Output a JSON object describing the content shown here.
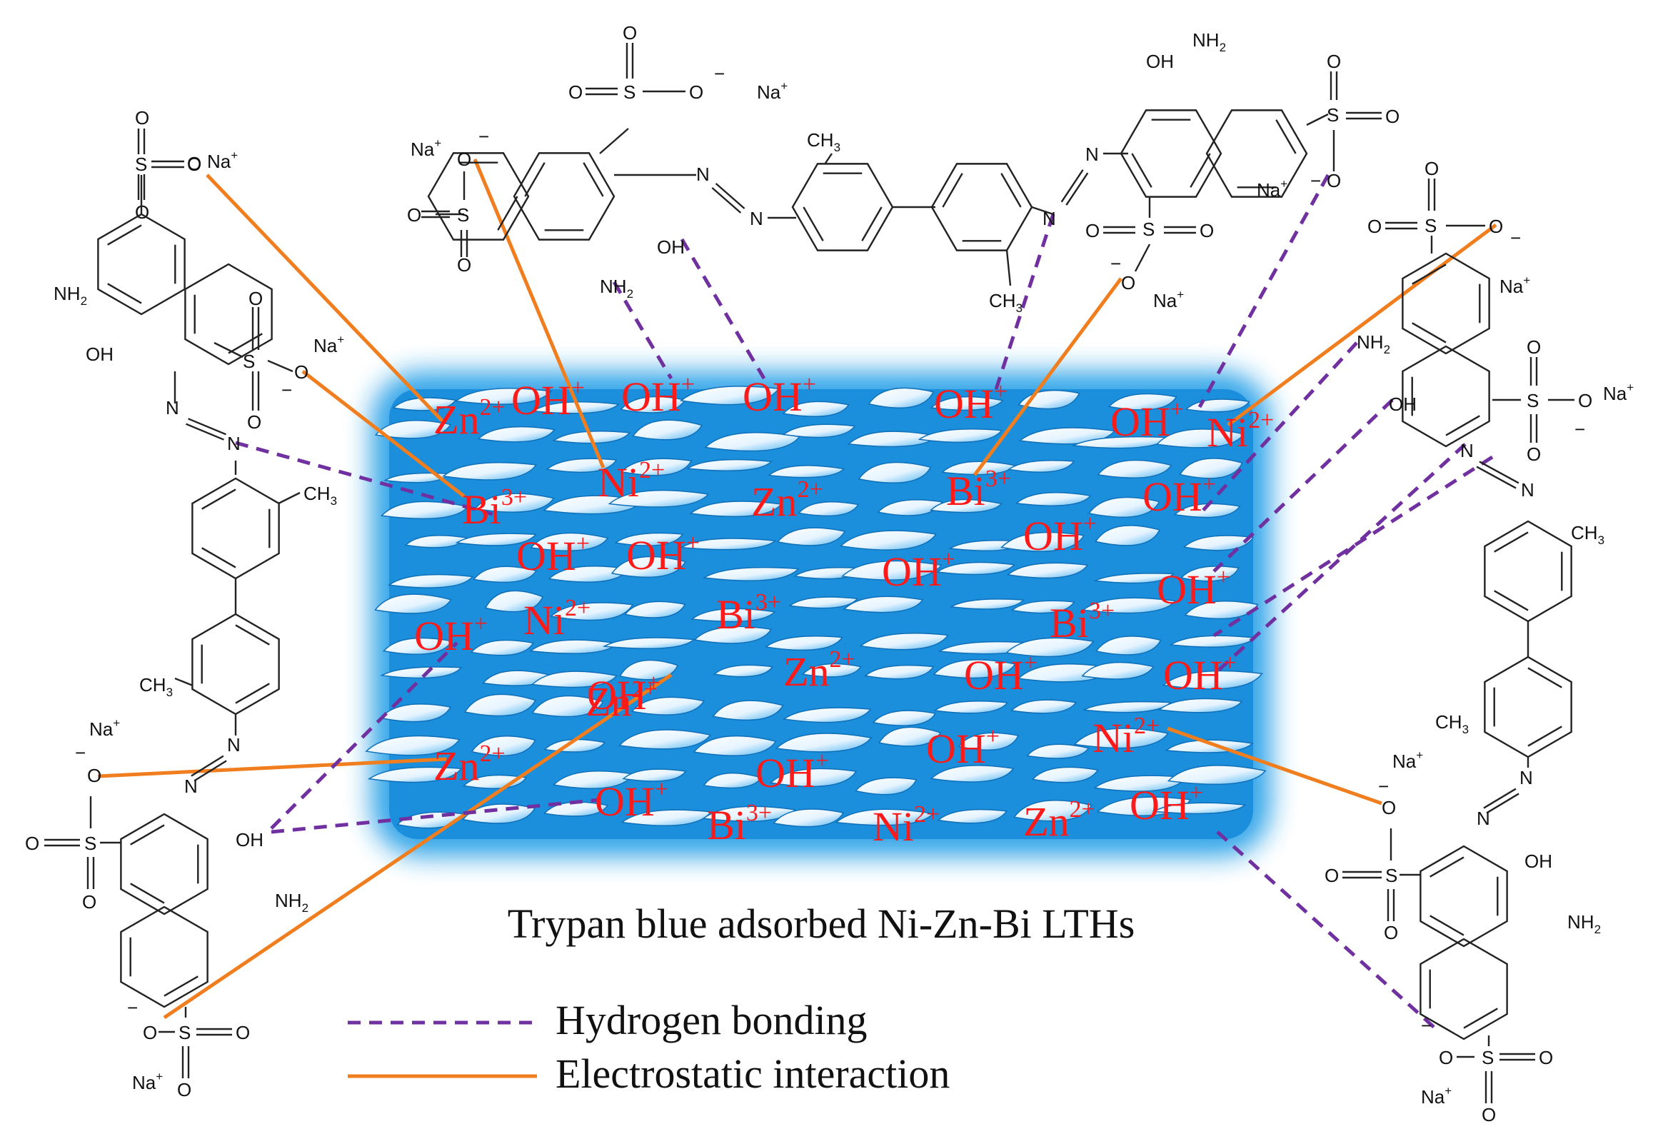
{
  "caption": "Trypan blue adsorbed Ni-Zn-Bi LTHs",
  "legend": [
    {
      "label": "Hydrogen bonding",
      "style": "dashed",
      "color": "#7030a0"
    },
    {
      "label": "Electrostatic interaction",
      "style": "solid",
      "color": "#f07d1e"
    }
  ],
  "colors": {
    "ion_text": "#ff1a1a",
    "layer_blue": "#1e9be6",
    "hydrogen_bond": "#7030a0",
    "electrostatic": "#f07d1e"
  },
  "ions": [
    {
      "symbol": "Zn",
      "charge": "2+"
    },
    {
      "symbol": "OH",
      "charge": "+"
    },
    {
      "symbol": "OH",
      "charge": "+"
    },
    {
      "symbol": "OH",
      "charge": "+"
    },
    {
      "symbol": "OH",
      "charge": "+"
    },
    {
      "symbol": "OH",
      "charge": "+"
    },
    {
      "symbol": "Ni",
      "charge": "2+"
    },
    {
      "symbol": "Ni",
      "charge": "2+"
    },
    {
      "symbol": "Bi",
      "charge": "3+"
    },
    {
      "symbol": "Zn",
      "charge": "2+"
    },
    {
      "symbol": "Bi",
      "charge": "3+"
    },
    {
      "symbol": "OH",
      "charge": "+"
    },
    {
      "symbol": "OH",
      "charge": "+"
    },
    {
      "symbol": "OH",
      "charge": "+"
    },
    {
      "symbol": "OH",
      "charge": "+"
    },
    {
      "symbol": "OH",
      "charge": "+"
    },
    {
      "symbol": "OH",
      "charge": "+"
    },
    {
      "symbol": "OH",
      "charge": "+"
    },
    {
      "symbol": "Ni",
      "charge": "2+"
    },
    {
      "symbol": "Bi",
      "charge": "3+"
    },
    {
      "symbol": "Bi",
      "charge": "3+"
    },
    {
      "symbol": "OH",
      "charge": "+"
    },
    {
      "symbol": "Zn",
      "charge": "2+"
    },
    {
      "symbol": "OH",
      "charge": "+"
    },
    {
      "symbol": "OH",
      "charge": "+"
    },
    {
      "symbol": "Zn",
      "charge": "2+"
    },
    {
      "symbol": "Zn",
      "charge": "2+"
    },
    {
      "symbol": "Ni",
      "charge": "2+"
    },
    {
      "symbol": "OH",
      "charge": "+"
    },
    {
      "symbol": "OH",
      "charge": "+"
    },
    {
      "symbol": "OH",
      "charge": "+"
    },
    {
      "symbol": "Bi",
      "charge": "3+"
    },
    {
      "symbol": "Ni",
      "charge": "2+"
    },
    {
      "symbol": "Zn",
      "charge": "2+"
    },
    {
      "symbol": "OH",
      "charge": "+"
    }
  ],
  "molecule_labels": {
    "na": "Na",
    "na_charge": "+",
    "nh2": "NH",
    "nh2_sub": "2",
    "oh": "OH",
    "ch3": "CH",
    "ch3_sub": "3",
    "n": "N",
    "s": "S",
    "o": "O",
    "minus": "−"
  }
}
